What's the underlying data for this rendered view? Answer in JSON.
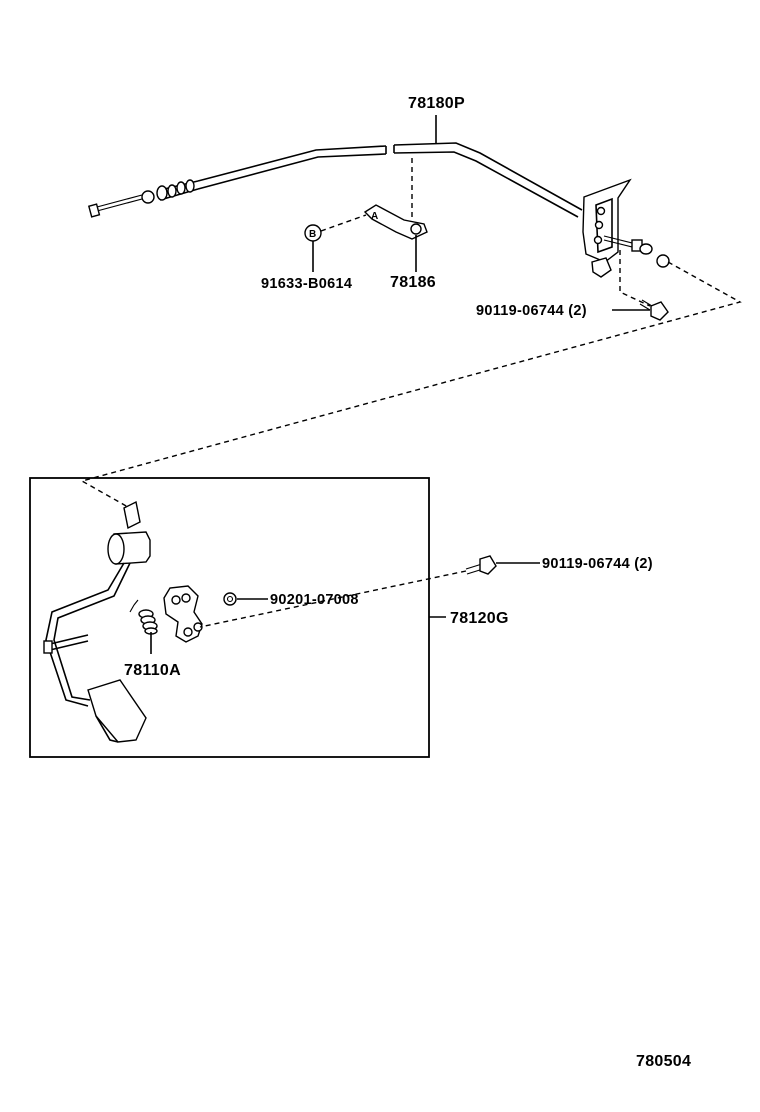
{
  "labels": {
    "cable": "78180P",
    "clamp": "78186",
    "clip": "91633-B0614",
    "bolt_top": "90119-06744 (2)",
    "bolt_mid": "90119-06744 (2)",
    "washer": "90201-07008",
    "pedal_assy": "78120G",
    "spring": "78110A",
    "illustration_id": "780504",
    "callout_a": "A",
    "callout_b": "B"
  }
}
